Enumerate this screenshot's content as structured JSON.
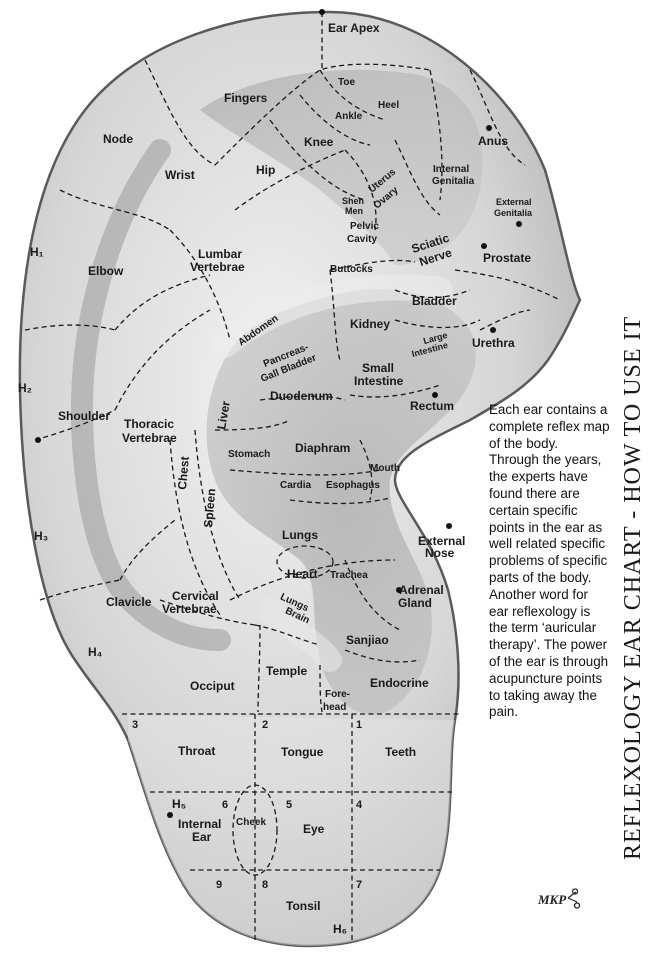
{
  "title": "REFLEXOLOGY EAR CHART - HOW TO USE IT",
  "description": "Each ear contains a complete reflex map of the body. Through the years, the experts have found there are certain specific points in the ear as well related specific problems of specific parts of the body. Another word for ear reflexology is the term ‘auricular therapy’. The power of the ear is through acupuncture points to taking away the pain.",
  "signature": "MKP",
  "labels": {
    "ear_apex": "Ear Apex",
    "toe": "Toe",
    "heel": "Heel",
    "ankle": "Ankle",
    "fingers": "Fingers",
    "anus": "Anus",
    "node": "Node",
    "knee": "Knee",
    "wrist": "Wrist",
    "hip": "Hip",
    "shen_men_1": "Shen",
    "shen_men_2": "Men",
    "uterus_1": "Uterus",
    "uterus_2": "Ovary",
    "internal_genitalia_1": "Internal",
    "internal_genitalia_2": "Genitalia",
    "external_genitalia_1": "External",
    "external_genitalia_2": "Genitalia",
    "pelvic_1": "Pelvic",
    "pelvic_2": "Cavity",
    "sciatic_1": "Sciatic",
    "sciatic_2": "Nerve",
    "h1": "H₁",
    "lumbar_1": "Lumbar",
    "lumbar_2": "Vertebrae",
    "prostate": "Prostate",
    "elbow": "Elbow",
    "buttocks": "Buttocks",
    "bladder": "Bladder",
    "abdomen": "Abdomen",
    "kidney": "Kidney",
    "pancreas_1": "Pancreas-",
    "pancreas_2": "Gall Bladder",
    "large_intestine_1": "Large",
    "large_intestine_2": "Intestine",
    "urethra": "Urethra",
    "small_intestine_1": "Small",
    "small_intestine_2": "Intestine",
    "h2": "H₂",
    "duodenum": "Duodenum",
    "rectum": "Rectum",
    "shoulder": "Shoulder",
    "thoracic_1": "Thoracic",
    "thoracic_2": "Vertebrae",
    "liver": "Liver",
    "diaphram": "Diaphram",
    "stomach": "Stomach",
    "chest": "Chest",
    "mouth": "Mouth",
    "cardia": "Cardia",
    "esophagus": "Esophagus",
    "spleen": "Spleen",
    "h3": "H₃",
    "lungs": "Lungs",
    "external_nose_1": "External",
    "external_nose_2": "Nose",
    "heart": "Heart",
    "trachea": "Trachea",
    "clavicle": "Clavicle",
    "cervical_1": "Cervical",
    "cervical_2": "Vertebrae",
    "adrenal_1": "Adrenal",
    "adrenal_2": "Gland",
    "lungs2": "Lungs",
    "brain": "Brain",
    "h4": "H₄",
    "sanjiao": "Sanjiao",
    "temple": "Temple",
    "occiput": "Occiput",
    "endocrine": "Endocrine",
    "forehead_1": "Fore-",
    "forehead_2": "head",
    "n3": "3",
    "n2": "2",
    "n1": "1",
    "throat": "Throat",
    "tongue": "Tongue",
    "teeth": "Teeth",
    "h5": "H₅",
    "n6": "6",
    "n5": "5",
    "n4": "4",
    "internal_ear_1": "Internal",
    "internal_ear_2": "Ear",
    "cheek": "Cheek",
    "eye": "Eye",
    "n9": "9",
    "n8": "8",
    "n7": "7",
    "tonsil": "Tonsil",
    "h6": "H₆"
  }
}
